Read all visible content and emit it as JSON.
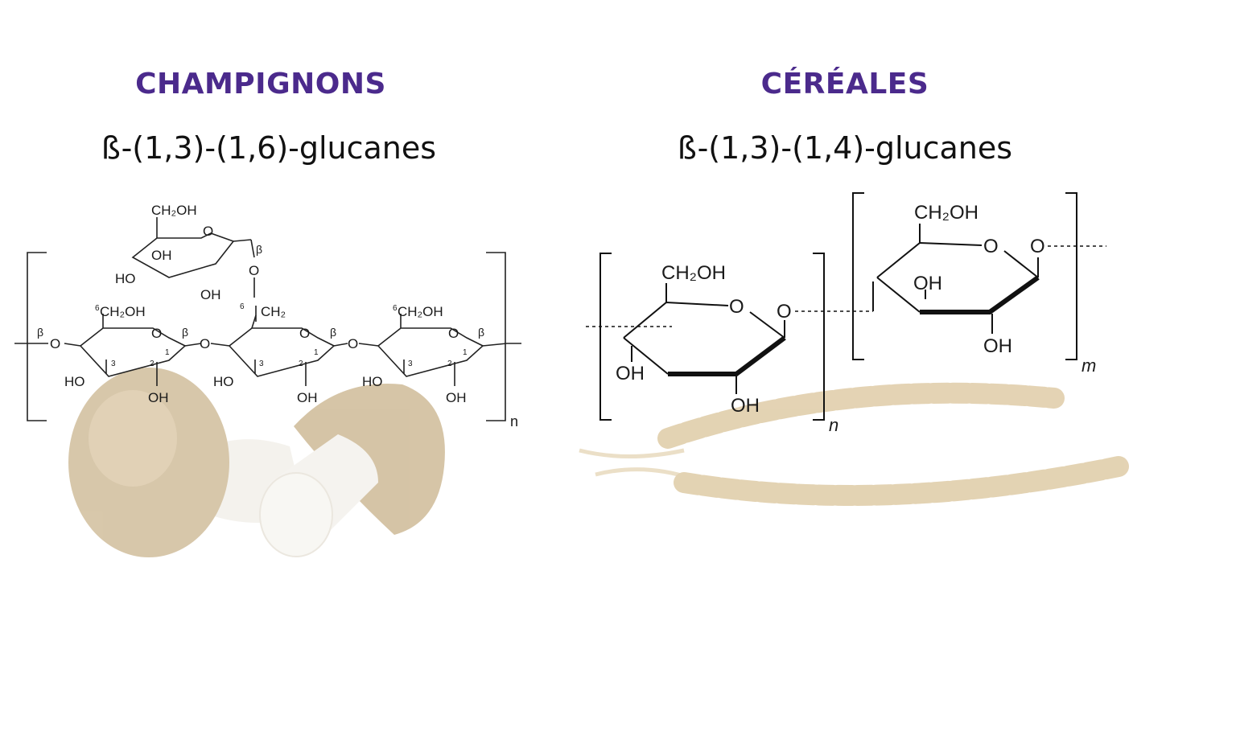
{
  "left_panel": {
    "title": "CHAMPIGNONS",
    "subtitle": "ß-(1,3)-(1,6)-glucanes",
    "subscript_label": "n",
    "beta": "β",
    "group_ch2oh": "CH₂OH",
    "group_ch2": "CH₂",
    "group_oh": "OH",
    "group_ho": "HO",
    "ring_o": "O",
    "pos_1": "1",
    "pos_2": "2",
    "pos_3": "3",
    "pos_6": "6",
    "image_icon": "mushroom-icon"
  },
  "right_panel": {
    "title": "CÉRÉALES",
    "subtitle": "ß-(1,3)-(1,4)-glucanes",
    "subscript_n": "n",
    "subscript_m": "m",
    "group_ch2oh": "CH₂OH",
    "group_oh": "OH",
    "ring_o": "O",
    "image_icon": "wheat-icon"
  },
  "colors": {
    "title": "#4b2a8c",
    "text": "#111111",
    "mushroom": "#c9b58e",
    "wheat": "#d8c091"
  }
}
